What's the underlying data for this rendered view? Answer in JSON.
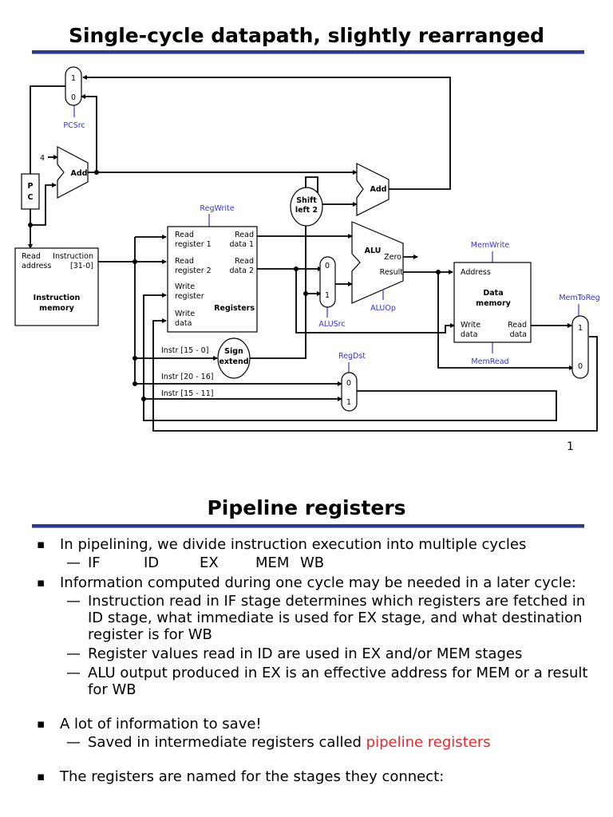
{
  "slide1": {
    "title": "Single-cycle datapath, slightly rearranged",
    "page_number": "1",
    "diagram": {
      "pc_mux_in1": "1",
      "pc_mux_in0": "0",
      "pcsrc": "PCSrc",
      "const_four": "4",
      "add_label": "Add",
      "pc_label_p": "P",
      "pc_label_c": "C",
      "imem_read": "Read",
      "imem_address": "address",
      "imem_instruction": "Instruction",
      "imem_bits": "[31-0]",
      "imem_title_1": "Instruction",
      "imem_title_2": "memory",
      "regwrite": "RegWrite",
      "reg_read_register_1a": "Read",
      "reg_read_register_1b": "register 1",
      "reg_read_data_1a": "Read",
      "reg_read_data_1b": "data 1",
      "reg_read_register_2a": "Read",
      "reg_read_register_2b": "register 2",
      "reg_read_data_2a": "Read",
      "reg_read_data_2b": "data 2",
      "reg_write_register_a": "Write",
      "reg_write_register_b": "register",
      "reg_write_data_a": "Write",
      "reg_write_data_b": "data",
      "registers": "Registers",
      "shift_1": "Shift",
      "shift_2": "left 2",
      "add2_label": "Add",
      "alu": "ALU",
      "zero": "Zero",
      "result": "Result",
      "alusrc_in0": "0",
      "alusrc_in1": "1",
      "alusrc": "ALUSrc",
      "aluop": "ALUOp",
      "memwrite": "MemWrite",
      "dmem_address": "Address",
      "dmem_title_1": "Data",
      "dmem_title_2": "memory",
      "dmem_write_a": "Write",
      "dmem_write_b": "data",
      "dmem_read_a": "Read",
      "dmem_read_b": "data",
      "memread": "MemRead",
      "memtoreg": "MemToReg",
      "memtoreg_in1": "1",
      "memtoreg_in0": "0",
      "sign_1": "Sign",
      "sign_2": "extend",
      "instr_15_0": "Instr [15 - 0]",
      "instr_20_16": "Instr [20 - 16]",
      "instr_15_11": "Instr [15 - 11]",
      "regdst": "RegDst",
      "regdst_in0": "0",
      "regdst_in1": "1"
    }
  },
  "slide2": {
    "title": "Pipeline registers",
    "bullets": [
      {
        "text": "In pipelining, we divide instruction execution into multiple cycles",
        "stages": [
          "IF",
          "ID",
          "EX",
          "MEM",
          "WB"
        ]
      },
      {
        "text": "Information computed during one cycle may be needed in a later cycle:",
        "sub": [
          "Instruction read in IF stage determines which registers are fetched in ID stage, what immediate is used for EX stage, and what destination register is for WB",
          "Register values read in ID are used in EX and/or MEM stages",
          "ALU output produced in EX is an effective address for MEM or a result for WB"
        ]
      },
      {
        "text": "A lot of information to save!",
        "sub_prefix": "Saved in intermediate registers called ",
        "sub_highlight": "pipeline registers"
      },
      {
        "text": "The registers are named for the stages they connect:"
      }
    ]
  }
}
